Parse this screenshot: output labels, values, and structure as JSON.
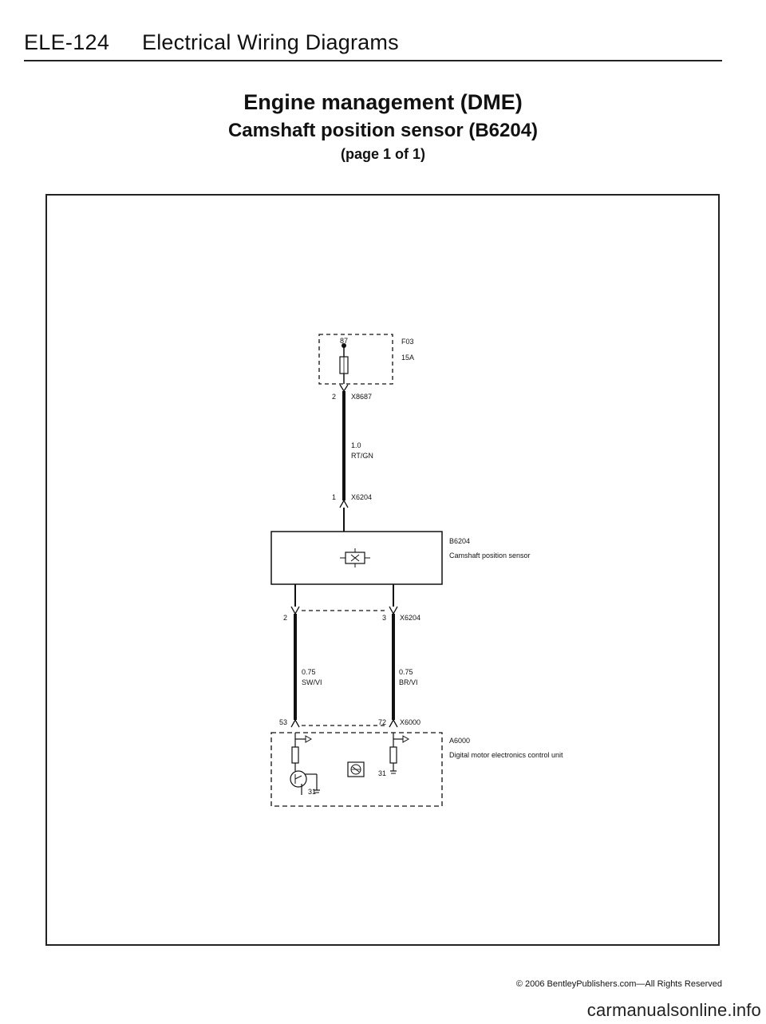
{
  "header": {
    "code": "ELE-124",
    "title": "Electrical Wiring Diagrams"
  },
  "titles": {
    "main": "Engine management (DME)",
    "sub": "Camshaft position sensor (B6204)",
    "page": "(page 1 of 1)"
  },
  "diagram": {
    "fuse": {
      "terminal": "87",
      "id": "F03",
      "rating": "15A"
    },
    "conn_x8687": {
      "pin": "2",
      "id": "X8687"
    },
    "wire_main": {
      "gauge": "1.0",
      "color": "RT/GN"
    },
    "conn_x6204_top": {
      "pin": "1",
      "id": "X6204"
    },
    "sensor": {
      "id": "B6204",
      "name": "Camshaft position sensor"
    },
    "conn_x6204_bottom": {
      "pin_left": "2",
      "pin_right": "3",
      "id": "X6204"
    },
    "wire_left": {
      "gauge": "0.75",
      "color": "SW/VI"
    },
    "wire_right": {
      "gauge": "0.75",
      "color": "BR/VI"
    },
    "conn_x6000": {
      "pin_left": "53",
      "pin_right": "72",
      "id": "X6000"
    },
    "module": {
      "id": "A6000",
      "name": "Digital motor electronics control unit",
      "ground_left": "31",
      "ground_right": "31"
    }
  },
  "footer": {
    "copyright": "© 2006 BentleyPublishers.com—All Rights Reserved",
    "watermark": "carmanualsonline.info"
  }
}
